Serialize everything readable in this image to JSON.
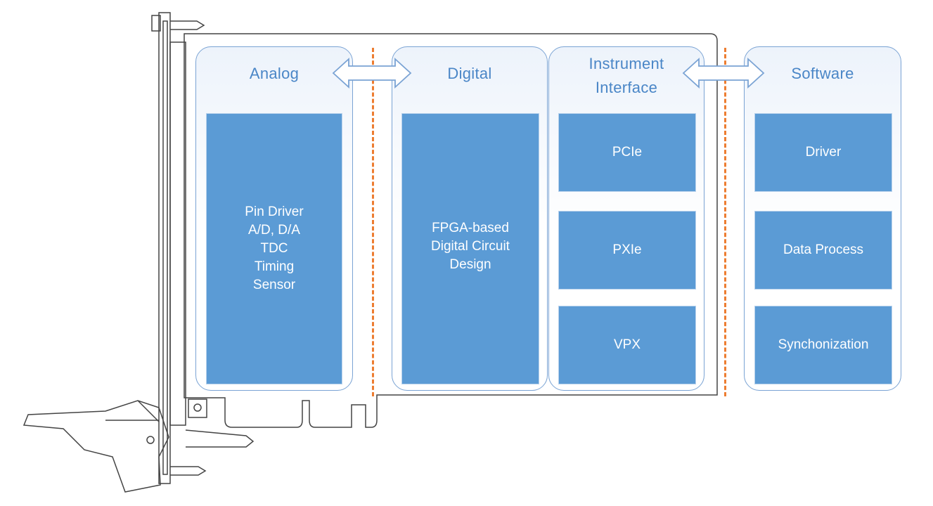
{
  "colors": {
    "accent": "#5b9bd5",
    "title_text": "#4a86c7",
    "panel_border": "#7aa3d4",
    "divider": "#ed7d31",
    "card_outline": "#444444"
  },
  "panels": {
    "analog": {
      "title": "Analog",
      "block_lines": [
        "Pin Driver",
        "A/D, D/A",
        "TDC",
        "Timing",
        "Sensor"
      ]
    },
    "digital": {
      "title": "Digital",
      "block_lines": [
        "FPGA-based",
        "Digital Circuit",
        "Design"
      ]
    },
    "instrument": {
      "title_lines": [
        "Instrument",
        "Interface"
      ],
      "blocks": [
        "PCIe",
        "PXIe",
        "VPX"
      ]
    },
    "software": {
      "title": "Software",
      "blocks": [
        "Driver",
        "Data Process",
        "Synchonization"
      ]
    }
  },
  "connectors": {
    "analog_digital": "double-arrow",
    "interface_software": "double-arrow"
  }
}
